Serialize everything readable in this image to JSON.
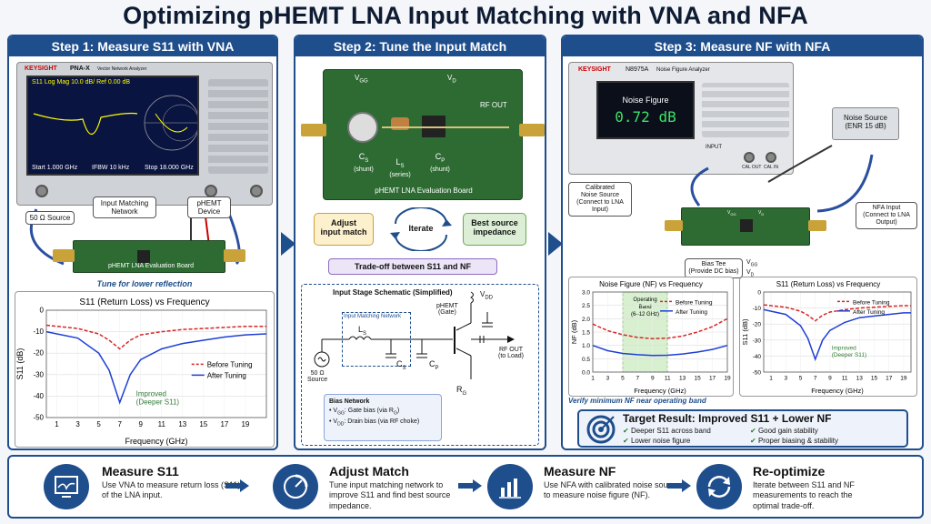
{
  "title": "Optimizing pHEMT LNA Input Matching with VNA and NFA",
  "step1": {
    "header": "Step 1: Measure S11 with VNA",
    "brand": "KEYSIGHT",
    "model": "PNA-X",
    "model_sub": "Vector Network Analyzer",
    "trace_label": "S11 Log Mag 10.0 dB/ Ref 0.00 dB",
    "start": "Start  1.000 GHz",
    "ifbw": "IFBW 10 kHz",
    "stop": "Stop  18.000 GHz",
    "callout_source": "50 Ω Source",
    "callout_network": "Input Matching\nNetwork",
    "callout_device": "pHEMT\nDevice",
    "board_label": "pHEMT LNA Evaluation Board",
    "caption": "Tune for lower reflection"
  },
  "step2": {
    "header": "Step 2: Tune the Input Match",
    "vgg": "V",
    "vgg_sub": "GG",
    "vd": "V",
    "vd_sub": "D",
    "rfout": "RF OUT",
    "cs": "C",
    "cs_sub": "S",
    "cs_note": "(shunt)",
    "ls": "L",
    "ls_sub": "S",
    "ls_note": "(series)",
    "cp": "C",
    "cp_sub": "P",
    "cp_note": "(shunt)",
    "board_label": "pHEMT LNA Evaluation Board",
    "adjust": "Adjust\ninput match",
    "iterate": "Iterate",
    "best": "Best source\nimpedance",
    "tradeoff": "Trade-off between S11 and NF",
    "schem_title": "Input Stage Schematic (Simplified)",
    "schem_network": "Input Matching Network",
    "schem_source": "50 Ω\nSource",
    "schem_phemt": "pHEMT\n(Gate)",
    "schem_rfout": "RF OUT\n(to Load)",
    "schem_ls": "L",
    "schem_ls_sub": "S",
    "schem_cs": "C",
    "schem_cs_sub": "S",
    "schem_cp": "C",
    "schem_cp_sub": "P",
    "schem_vdd": "V",
    "schem_vdd_sub": "DD",
    "schem_rg": "R",
    "schem_rg_sub": "G",
    "bias_title": "Bias Network",
    "bias_1": "V",
    "bias_1_sub": "GG",
    "bias_1_rest": ": Gate bias (via R",
    "bias_1_sub2": "G",
    "bias_1_end": ")",
    "bias_2": "V",
    "bias_2_sub": "DD",
    "bias_2_rest": ": Drain bias (via RF choke)"
  },
  "step3": {
    "header": "Step 3: Measure NF with NFA",
    "brand": "KEYSIGHT",
    "model": "N8975A",
    "model_sub": "Noise Figure Analyzer",
    "screen_title": "Noise Figure",
    "screen_value": "0.72 dB",
    "input_label": "INPUT",
    "cal_out": "CAL OUT",
    "cal_in": "CAL IN",
    "noise_source": "Noise Source\n(ENR 15 dB)",
    "calibrated": "Calibrated\nNoise Source\n(Connect to LNA\nInput)",
    "nfa_input": "NFA Input\n(Connect to LNA\nOutput)",
    "bias_tee": "Bias Tee\n(Provide DC bias)",
    "vgg": "V",
    "vgg_sub": "GG",
    "vd": "V",
    "vd_sub": "D",
    "caption": "Verify minimum NF near operating band",
    "target_title": "Target Result: Improved S11 + Lower NF",
    "target_items": [
      "Deeper S11 across band",
      "Good gain stability",
      "Lower noise figure",
      "Proper biasing & stability"
    ]
  },
  "bottom": [
    {
      "title": "Measure S11",
      "desc": "Use VNA to measure return loss (S11)\nof the LNA input."
    },
    {
      "title": "Adjust Match",
      "desc": "Tune input matching network to\nimprove S11 and find best source\nimpedance."
    },
    {
      "title": "Measure NF",
      "desc": "Use NFA with calibrated noise source\nto measure noise figure (NF)."
    },
    {
      "title": "Re-optimize",
      "desc": "Iterate between S11 and NF\nmeasurements to reach the\noptimal trade-off."
    }
  ],
  "colors": {
    "accent": "#1f4e8c",
    "before": "#d62728",
    "after": "#1f3fd6",
    "green": "#2e7d32"
  },
  "chart_data": [
    {
      "type": "line",
      "title": "S11 (Return Loss) vs Frequency",
      "xlabel": "Frequency (GHz)",
      "ylabel": "S11 (dB)",
      "xlim": [
        0,
        21
      ],
      "ylim": [
        -50,
        0
      ],
      "xticks": [
        1,
        3,
        5,
        7,
        9,
        11,
        13,
        15,
        17,
        19
      ],
      "yticks": [
        0,
        -10,
        -20,
        -30,
        -40,
        -50
      ],
      "legend": "right",
      "annotation": "Improved\n(Deeper S11)",
      "x": [
        0,
        1,
        3,
        5,
        6,
        7,
        8,
        9,
        11,
        13,
        15,
        17,
        19,
        21
      ],
      "series": [
        {
          "name": "Before Tuning",
          "style": "dashed",
          "values": [
            -7,
            -7.5,
            -8.5,
            -11,
            -14,
            -18,
            -14,
            -11.5,
            -10,
            -9,
            -8.5,
            -8,
            -7.5,
            -7.5
          ]
        },
        {
          "name": "After Tuning",
          "style": "solid",
          "values": [
            -10,
            -11,
            -13,
            -20,
            -28,
            -43,
            -30,
            -23,
            -18,
            -15.5,
            -14,
            -12.5,
            -11.5,
            -11
          ]
        }
      ]
    },
    {
      "type": "line",
      "title": "Noise Figure (NF) vs Frequency",
      "xlabel": "Frequency (GHz)",
      "ylabel": "NF (dB)",
      "xlim": [
        1,
        19
      ],
      "ylim": [
        0,
        3.0
      ],
      "xticks": [
        1,
        3,
        5,
        7,
        9,
        11,
        13,
        15,
        17,
        19
      ],
      "yticks": [
        0.0,
        0.5,
        1.0,
        1.5,
        2.0,
        2.5,
        3.0
      ],
      "band_label": "Operating\nBand\n(6–12 GHz)",
      "band": [
        5,
        11
      ],
      "legend": "upper-right",
      "x": [
        1,
        3,
        5,
        7,
        9,
        11,
        13,
        15,
        17,
        19
      ],
      "series": [
        {
          "name": "Before Tuning",
          "style": "dashed",
          "values": [
            1.8,
            1.55,
            1.4,
            1.3,
            1.25,
            1.27,
            1.35,
            1.5,
            1.7,
            2.0
          ]
        },
        {
          "name": "After Tuning",
          "style": "solid",
          "values": [
            1.0,
            0.8,
            0.7,
            0.65,
            0.62,
            0.63,
            0.68,
            0.75,
            0.85,
            1.0
          ]
        }
      ]
    },
    {
      "type": "line",
      "title": "S11 (Return  Loss) vs Frequency",
      "xlabel": "Frequency (GHz)",
      "ylabel": "S11 (dB)",
      "xlim": [
        0,
        20
      ],
      "ylim": [
        -50,
        0
      ],
      "xticks": [
        1,
        3,
        5,
        7,
        9,
        11,
        13,
        15,
        17,
        19
      ],
      "yticks": [
        0,
        -10,
        -20,
        -30,
        -40,
        -50
      ],
      "legend": "right",
      "annotation": "Improved\n(Deeper S11)",
      "x": [
        0,
        1,
        3,
        5,
        6,
        7,
        8,
        9,
        11,
        13,
        15,
        17,
        19,
        20
      ],
      "series": [
        {
          "name": "Before Tuning",
          "style": "dashed",
          "values": [
            -8,
            -8.5,
            -9.5,
            -12,
            -14.5,
            -18,
            -14.5,
            -12.5,
            -11,
            -10,
            -9.5,
            -9,
            -8.5,
            -8.5
          ]
        },
        {
          "name": "After Tuning",
          "style": "solid",
          "values": [
            -11,
            -12,
            -14,
            -21,
            -29,
            -42,
            -30,
            -24,
            -19,
            -16,
            -15,
            -14,
            -13,
            -13
          ]
        }
      ]
    }
  ]
}
